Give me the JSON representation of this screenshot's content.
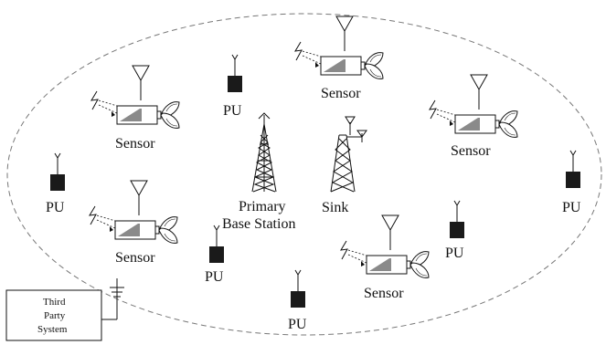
{
  "diagram": {
    "labels": {
      "sensor": "Sensor",
      "pu": "PU",
      "primary_base_station_line1": "Primary",
      "primary_base_station_line2": "Base Station",
      "sink": "Sink",
      "third_party_line1": "Third",
      "third_party_line2": "Party",
      "third_party_line3": "System"
    },
    "icons": {
      "sensor_node": "sensor-node-icon",
      "energy_harvest": "lightning-icon",
      "primary_user": "primary-user-icon",
      "tower": "lattice-tower-icon",
      "sink": "sink-tower-icon"
    },
    "colors": {
      "line": "#111111",
      "pu_fill": "#1a1a1a",
      "battery_fill": "#8a8a8a",
      "boundary": "#777777"
    }
  }
}
